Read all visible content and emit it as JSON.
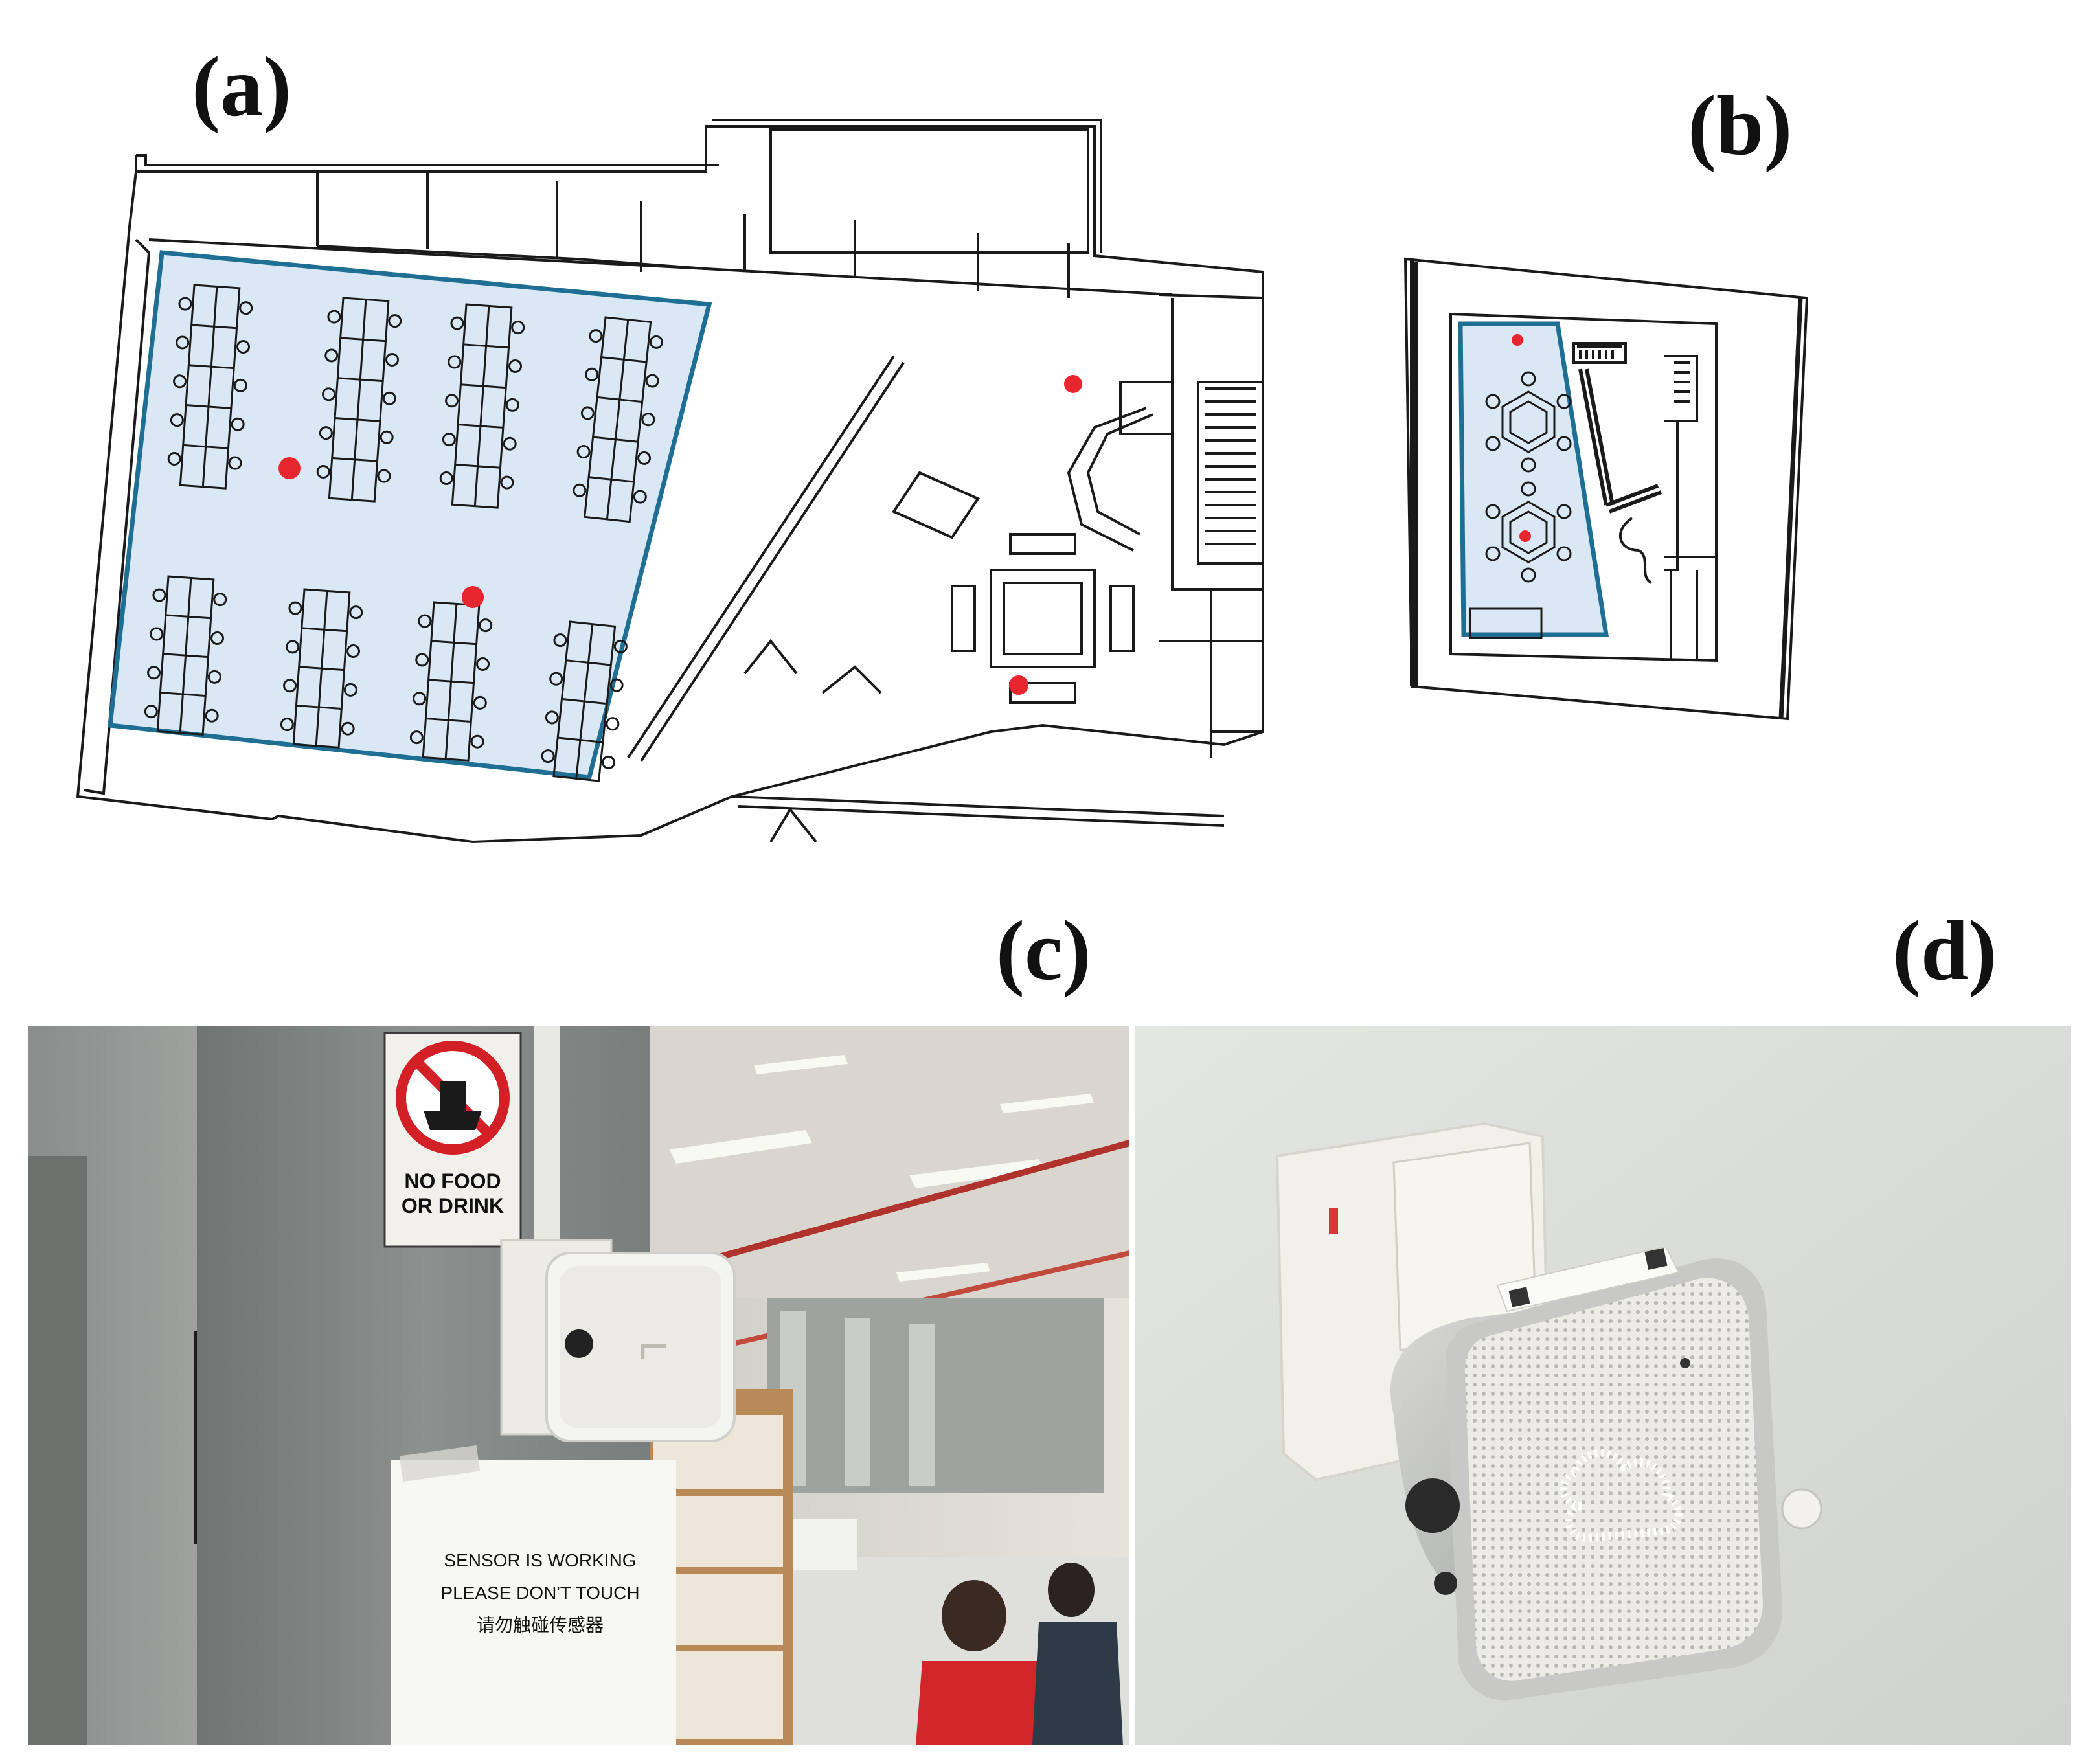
{
  "labels": {
    "a": "(a)",
    "b": "(b)",
    "c": "(c)",
    "d": "(d)"
  },
  "photo_c": {
    "warning_sign": {
      "line1": "NO FOOD",
      "line2": "OR DRINK"
    },
    "notice": {
      "line1": "SENSOR IS WORKING",
      "line2": "PLEASE DON'T TOUCH",
      "line3": "请勿触碰传感器"
    }
  },
  "colors": {
    "zone_fill": "#d9e8f4",
    "zone_stroke": "#1f6e94",
    "sensor_dot": "#e8262d",
    "wall_line": "#1a1a1a"
  }
}
